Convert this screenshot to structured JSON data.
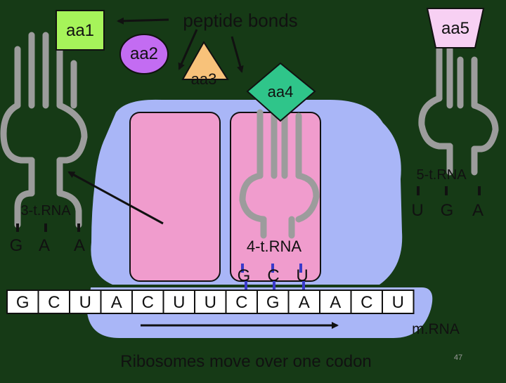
{
  "colors": {
    "background": "#163a16",
    "ribosome": "#a9b6f7",
    "site": "#f09ccd",
    "trna": "#9c9c9c",
    "aa1": "#a6f45a",
    "aa2": "#c36cf2",
    "aa3": "#f8c27a",
    "aa4": "#2fc58a",
    "aa5": "#f7d0f3",
    "codon_tick": "#3a3acb"
  },
  "amino_acids": {
    "aa1": "aa1",
    "aa2": "aa2",
    "aa3": "aa3",
    "aa4": "aa4",
    "aa5": "aa5"
  },
  "labels": {
    "peptide_bonds": "peptide bonds",
    "mrna": "m.RNA",
    "caption": "Ribosomes move over one codon",
    "slide_number": "47"
  },
  "trnas": {
    "t3": {
      "label": "3-t.RNA",
      "anticodon": [
        "G",
        "A",
        "A"
      ]
    },
    "t4": {
      "label": "4-t.RNA",
      "anticodon": [
        "G",
        "C",
        "U"
      ]
    },
    "t5": {
      "label": "5-t.RNA",
      "anticodon": [
        "U",
        "G",
        "A"
      ]
    }
  },
  "mrna_bases": [
    "G",
    "C",
    "U",
    "A",
    "C",
    "U",
    "U",
    "C",
    "G",
    "A",
    "A",
    "C",
    "U"
  ]
}
